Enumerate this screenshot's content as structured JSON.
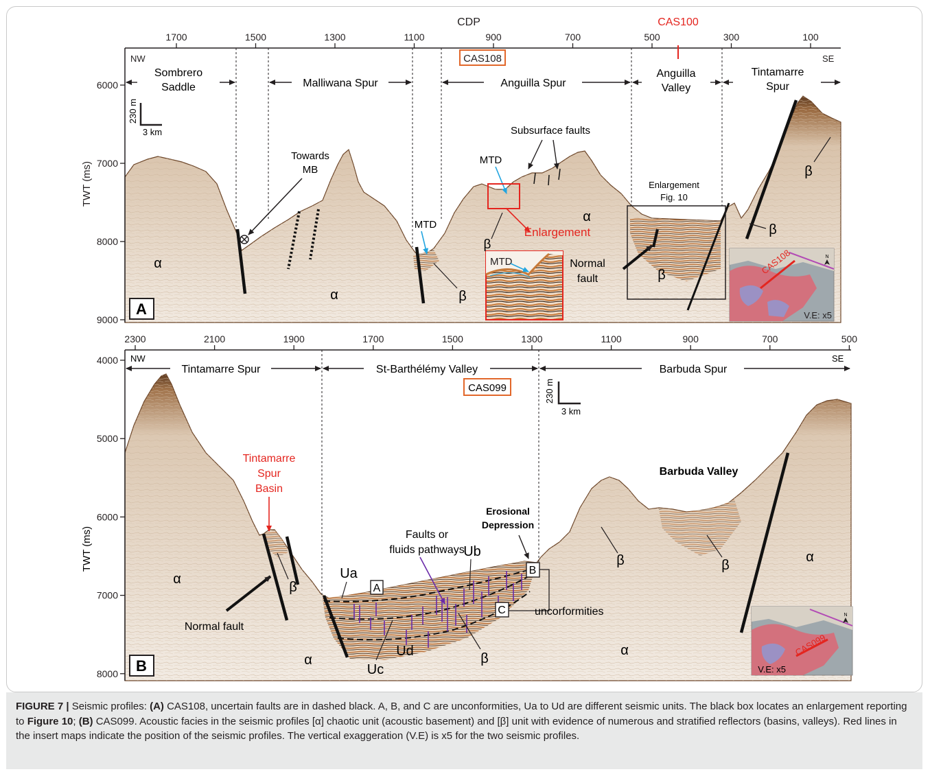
{
  "figure": {
    "caption_label": "FIGURE 7 |",
    "caption_parts": [
      {
        "t": " Seismic profiles: ",
        "b": false
      },
      {
        "t": "(A)",
        "b": true
      },
      {
        "t": " CAS108, uncertain faults are in dashed black. A, B, and C are unconformities, Ua to Ud are different seismic units. The black box locates an enlargement reporting to ",
        "b": false
      },
      {
        "t": "Figure 10",
        "b": true
      },
      {
        "t": "; ",
        "b": false
      },
      {
        "t": "(B)",
        "b": true
      },
      {
        "t": " CAS099. Acoustic facies in the seismic profiles [α] chaotic unit (acoustic basement) and [β] unit with evidence of numerous and stratified reflectors (basins, valleys). Red lines in the insert maps indicate the position of the seismic profiles. The vertical exaggeration (V.E) is x5 for the two seismic profiles.",
        "b": false
      }
    ]
  },
  "panel_a": {
    "letter": "A",
    "cdp_title": "CDP",
    "cdp_ticks": [
      "1700",
      "1500",
      "1300",
      "1100",
      "900",
      "700",
      "500",
      "300",
      "100"
    ],
    "crossline": "CAS100",
    "profile_name": "CAS108",
    "dir_left": "NW",
    "dir_right": "SE",
    "twt_label": "TWT (ms)",
    "twt_ticks": [
      "6000",
      "7000",
      "8000",
      "9000"
    ],
    "scale_v": "230 m",
    "scale_h": "3 km",
    "regions": [
      "Sombrero",
      "Saddle",
      "Malliwana Spur",
      "Anguilla Spur",
      "Anguilla",
      "Valley",
      "Tintamarre",
      "Spur"
    ],
    "labels": {
      "towards": "Towards",
      "mb": "MB",
      "subsurface_faults": "Subsurface faults",
      "mtd": "MTD",
      "enlargement_red": "Enlargement",
      "enlargement_black": "Enlargement",
      "fig10": "Fig. 10",
      "normal": "Normal",
      "fault": "fault",
      "alpha": "α",
      "beta": "β"
    },
    "inset": {
      "name": "CAS108",
      "ve": "V.E: x5",
      "north": "N"
    }
  },
  "panel_b": {
    "letter": "B",
    "cdp_ticks": [
      "2300",
      "2100",
      "1900",
      "1700",
      "1500",
      "1300",
      "1100",
      "900",
      "700",
      "500"
    ],
    "profile_name": "CAS099",
    "dir_left": "NW",
    "dir_right": "SE",
    "twt_label": "TWT (ms)",
    "twt_ticks": [
      "4000",
      "5000",
      "6000",
      "7000",
      "8000"
    ],
    "scale_v": "230 m",
    "scale_h": "3 km",
    "regions": [
      "Tintamarre Spur",
      "St-Barthélémy Valley",
      "Barbuda Spur"
    ],
    "labels": {
      "tsb1": "Tintamarre",
      "tsb2": "Spur",
      "tsb3": "Basin",
      "barbuda_valley": "Barbuda Valley",
      "erosional": "Erosional",
      "depression": "Depression",
      "faults_or": "Faults or",
      "fluids": "fluids pathways",
      "ub": "Ub",
      "ua": "Ua",
      "uc": "Uc",
      "ud": "Ud",
      "box_a": "A",
      "box_b": "B",
      "box_c": "C",
      "unconformities": "uncorformities",
      "normal_fault": "Normal fault",
      "alpha": "α",
      "beta": "β"
    },
    "inset": {
      "name": "CAS099",
      "ve": "V.E: x5",
      "north": "N"
    }
  },
  "colors": {
    "seismic_bg": "#efe6dc",
    "seismic_dark": "#7a4f2e",
    "seismic_orange": "#c8763a",
    "annotation_red": "#e4251f",
    "callout_orange": "#e2672a",
    "mtd_blue": "#22a5e0",
    "fault_purple": "#6a2aa8"
  }
}
